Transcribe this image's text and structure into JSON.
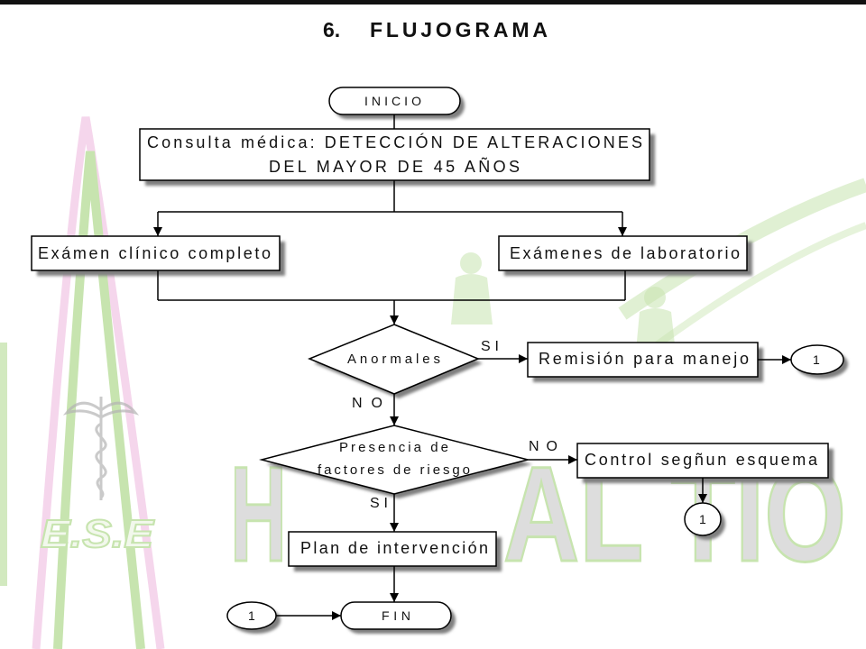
{
  "title": {
    "number": "6.",
    "text": "FLUJOGRAMA"
  },
  "watermark": {
    "logo_text": "E.S.E",
    "large_text_left": "H",
    "large_text_right": "AL TIO",
    "icon": "caduceus-icon"
  },
  "flowchart": {
    "start": "INICIO",
    "consultation": {
      "line1": "Consulta médica: DETECCIÓN DE ALTERACIONES",
      "line2": "DEL MAYOR DE 45 AÑOS"
    },
    "clinical_exam": "Exámen clínico completo",
    "lab_exams": "Exámenes de laboratorio",
    "decision_abnormal": {
      "label": "Anormales",
      "yes": "SI",
      "no": "NO"
    },
    "referral": "Remisión para manejo",
    "decision_risk": {
      "line1": "Presencia de",
      "line2": "factores de riesgo",
      "no": "NO",
      "yes": "SI"
    },
    "control": "Control segñun esquema",
    "plan": "Plan de intervención",
    "connector_label": "1",
    "end": "FIN"
  },
  "colors": {
    "line": "#000000",
    "box_fill": "#ffffff",
    "shadow": "#7f7f7f",
    "watermark_green": "#b5db95",
    "watermark_pink": "#f2c8e6",
    "watermark_gray": "#d2d2d2"
  }
}
